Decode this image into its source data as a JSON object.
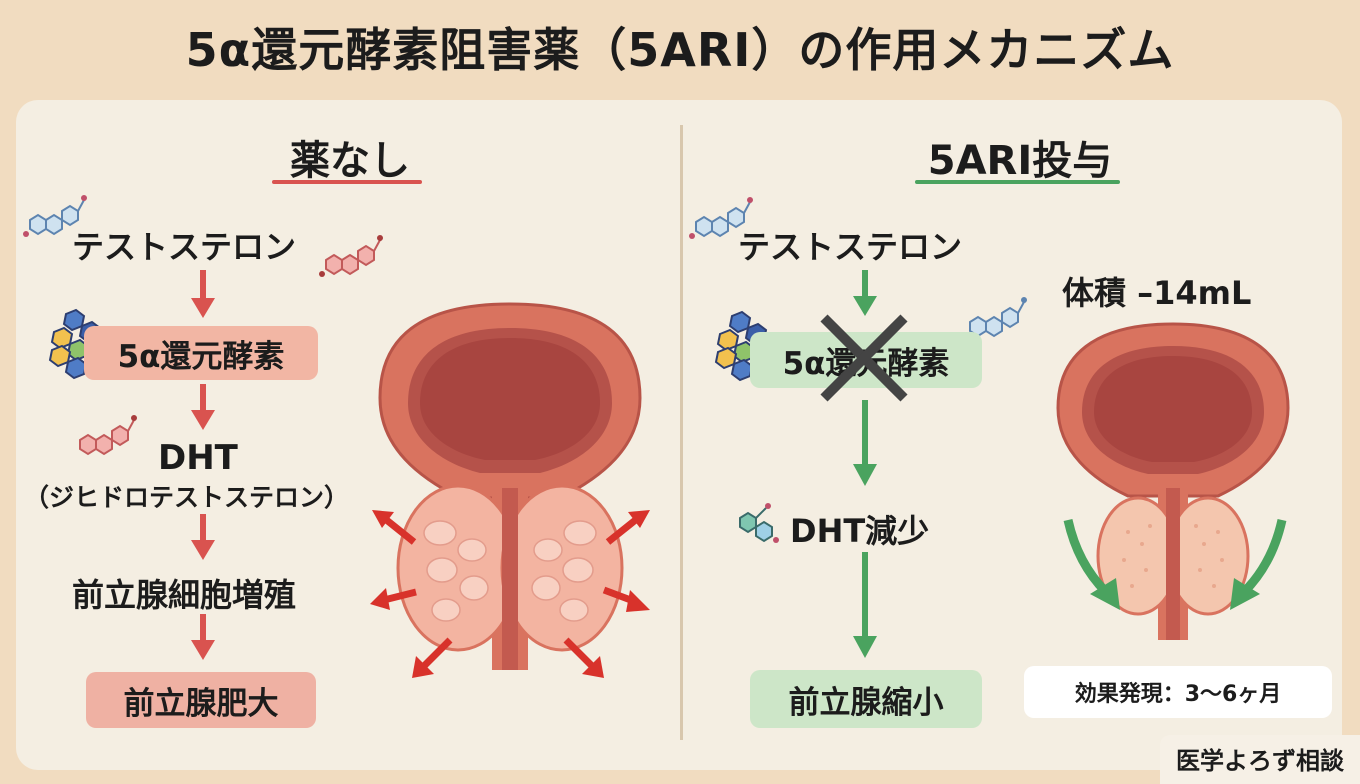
{
  "title": "5α還元酵素阻害薬（5ARI）の作用メカニズム",
  "left": {
    "heading": "薬なし",
    "steps": {
      "testosterone": "テストステロン",
      "enzyme": "5α還元酵素",
      "dht": "DHT",
      "dht_full": "（ジヒドロテストステロン）",
      "proliferation": "前立腺細胞増殖",
      "enlargement": "前立腺肥大"
    }
  },
  "right": {
    "heading": "5ARI投与",
    "steps": {
      "testosterone": "テストステロン",
      "enzyme": "5α還元酵素",
      "dht_decrease": "DHT減少",
      "shrinkage": "前立腺縮小"
    },
    "volume": "体積 –14mL",
    "onset": "効果発現：3〜6ヶ月"
  },
  "credit": "医学よろず相談",
  "colors": {
    "left_accent": "#d9534f",
    "right_accent": "#4aa35f",
    "block_x": "#444444"
  },
  "icons": [
    "molecule-icon",
    "enzyme-icon",
    "arrow-down-icon",
    "block-x-icon",
    "prostate-illustration",
    "outward-arrow-icon"
  ]
}
